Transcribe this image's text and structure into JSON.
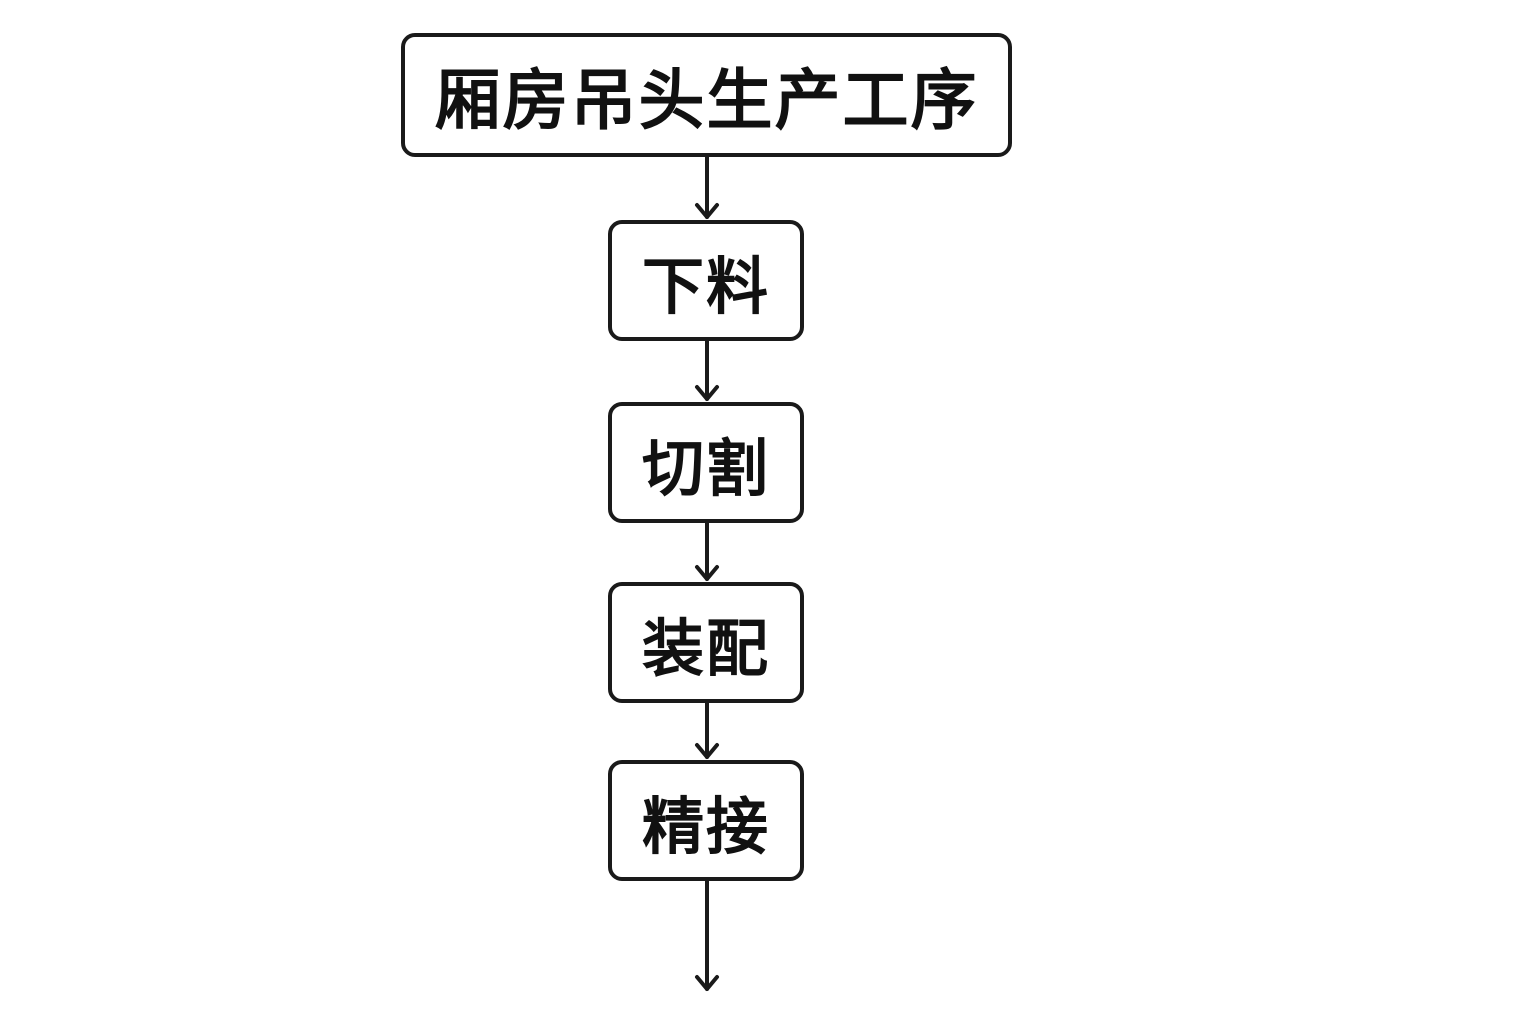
{
  "diagram": {
    "title": "厢房吊头生产工序",
    "steps": [
      {
        "label": "下料"
      },
      {
        "label": "切割"
      },
      {
        "label": "装配"
      },
      {
        "label": "精接"
      }
    ],
    "colors": {
      "stroke": "#1a1a1a",
      "text": "#111111",
      "background": "#ffffff"
    }
  }
}
